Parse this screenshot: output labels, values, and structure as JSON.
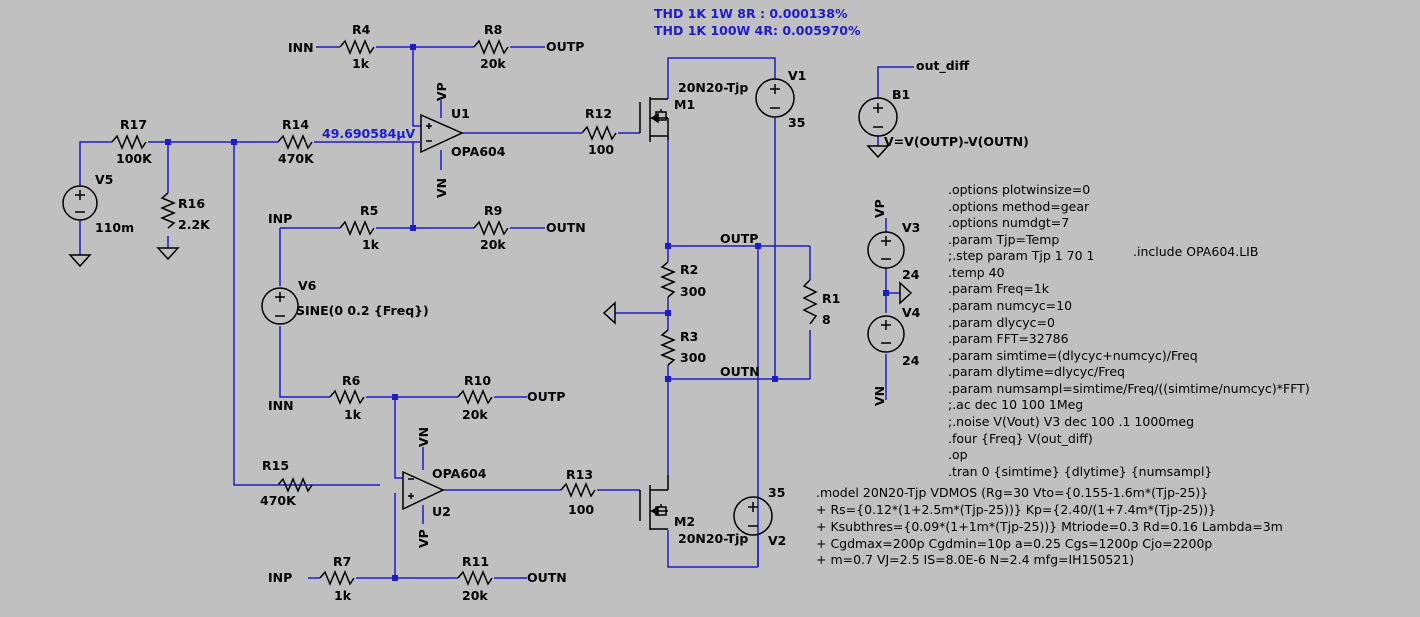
{
  "colors": {
    "background": "#c0c0c0",
    "wire": "#1c1cc8",
    "component": "#000000",
    "annotation": "#1c1cc8"
  },
  "notes": {
    "thd1": "THD 1K 1W 8R : 0.000138%",
    "thd2": "THD 1K 100W 4R: 0.005970%",
    "probe": "49.690584µV",
    "include": ".include OPA604.LIB"
  },
  "components": {
    "R4": {
      "name": "R4",
      "value": "1k"
    },
    "R8": {
      "name": "R8",
      "value": "20k"
    },
    "R17": {
      "name": "R17",
      "value": "100K"
    },
    "R14": {
      "name": "R14",
      "value": "470K"
    },
    "R16": {
      "name": "R16",
      "value": "2.2K"
    },
    "R5": {
      "name": "R5",
      "value": "1k"
    },
    "R9": {
      "name": "R9",
      "value": "20k"
    },
    "R12": {
      "name": "R12",
      "value": "100"
    },
    "R2": {
      "name": "R2",
      "value": "300"
    },
    "R3": {
      "name": "R3",
      "value": "300"
    },
    "R1": {
      "name": "R1",
      "value": "8"
    },
    "R6": {
      "name": "R6",
      "value": "1k"
    },
    "R10": {
      "name": "R10",
      "value": "20k"
    },
    "R15": {
      "name": "R15",
      "value": "470K"
    },
    "R13": {
      "name": "R13",
      "value": "100"
    },
    "R7": {
      "name": "R7",
      "value": "1k"
    },
    "R11": {
      "name": "R11",
      "value": "20k"
    },
    "U1": {
      "name": "U1",
      "value": "OPA604"
    },
    "U2": {
      "name": "U2",
      "value": "OPA604"
    },
    "M1": {
      "name": "M1",
      "value": "20N20-Tjp"
    },
    "M2": {
      "name": "M2",
      "value": "20N20-Tjp"
    },
    "V1": {
      "name": "V1",
      "value": "35"
    },
    "V2": {
      "name": "V2",
      "value": "35"
    },
    "V3": {
      "name": "V3",
      "value": "24"
    },
    "V4": {
      "name": "V4",
      "value": "24"
    },
    "V5": {
      "name": "V5",
      "value": "110m"
    },
    "V6": {
      "name": "V6",
      "value": "SINE(0 0.2 {Freq})"
    },
    "B1": {
      "name": "B1",
      "value": "V=V(OUTP)-V(OUTN)"
    }
  },
  "net_labels": {
    "inn": "INN",
    "inp": "INP",
    "outp": "OUTP",
    "outn": "OUTN",
    "vp": "VP",
    "vn": "VN",
    "out_diff": "out_diff"
  },
  "directives": [
    ".options plotwinsize=0",
    ".options method=gear",
    ".options numdgt=7",
    ".param Tjp=Temp",
    ";.step param Tjp 1 70 1",
    ".temp 40",
    ".param Freq=1k",
    ".param numcyc=10",
    ".param dlycyc=0",
    ".param FFT=32786",
    ".param simtime=(dlycyc+numcyc)/Freq",
    ".param dlytime=dlycyc/Freq",
    ".param numsampl=simtime/Freq/((simtime/numcyc)*FFT)",
    ";.ac dec 10 100 1Meg",
    ";.noise V(Vout) V3 dec 100 .1 1000meg",
    ".four {Freq} V(out_diff)",
    ".op",
    ".tran 0 {simtime} {dlytime} {numsampl}"
  ],
  "model": [
    ".model 20N20-Tjp VDMOS (Rg=30 Vto={0.155-1.6m*(Tjp-25)}",
    "+ Rs={0.12*(1+2.5m*(Tjp-25))} Kp={2.40/(1+7.4m*(Tjp-25))}",
    "+ Ksubthres={0.09*(1+1m*(Tjp-25))} Mtriode=0.3  Rd=0.16 Lambda=3m",
    "+ Cgdmax=200p Cgdmin=10p a=0.25 Cgs=1200p Cjo=2200p",
    "+ m=0.7 VJ=2.5 IS=8.0E-6 N=2.4 mfg=IH150521)"
  ]
}
